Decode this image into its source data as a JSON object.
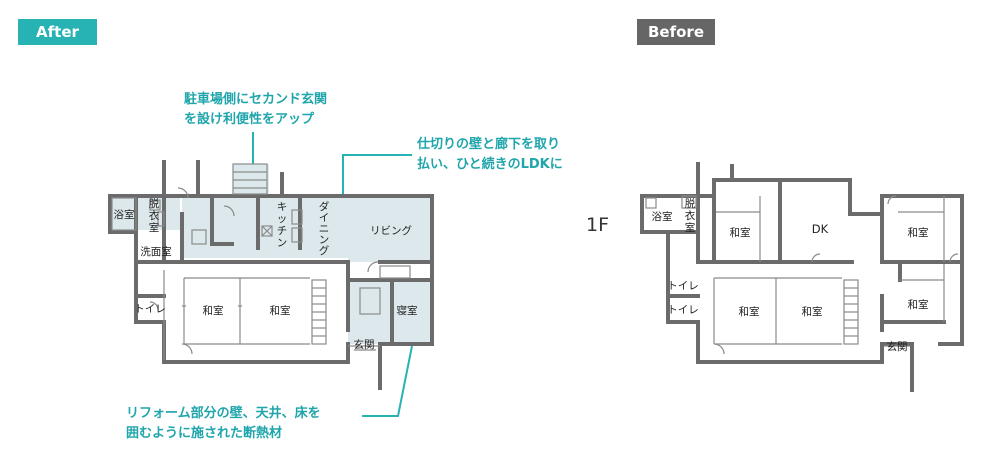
{
  "tags": {
    "after": "After",
    "before": "Before"
  },
  "floor_label": "1F",
  "notes": {
    "second_entrance": [
      "駐車場側にセカンド玄関",
      "を設け利便性をアップ"
    ],
    "ldk": [
      "仕切りの壁と廊下を取り",
      "払い、ひと続きのLDKに"
    ],
    "insulation": [
      "リフォーム部分の壁、天井、床を",
      "囲むように施された断熱材"
    ]
  },
  "after_rooms": {
    "bath": "浴室",
    "dressing": [
      "脱",
      "衣",
      "室"
    ],
    "washroom": "洗面室",
    "kitchen": [
      "キ",
      "ッ",
      "チ",
      "ン"
    ],
    "dining": [
      "ダ",
      "イ",
      "ニ",
      "ン",
      "グ"
    ],
    "living": "リビング",
    "washitsu_1": "和室",
    "washitsu_2": "和室",
    "toilet": "トイレ",
    "bedroom": "寝室",
    "genkan": "玄関"
  },
  "before_rooms": {
    "bath": "浴室",
    "dressing": [
      "脱",
      "衣",
      "室"
    ],
    "washitsu_1": "和室",
    "dk": "DK",
    "washitsu_2": "和室",
    "washitsu_3": "和室",
    "washitsu_4": "和室",
    "washitsu_5": "和室",
    "toilet_1": "トイレ",
    "toilet_2": "トイレ",
    "genkan": "玄関"
  },
  "colors": {
    "accent": "#27b2b4",
    "note_text": "#1fa5ab",
    "wall": "#6b6b6b",
    "insulated_area": "#dde8ec",
    "before_tag": "#666666"
  }
}
